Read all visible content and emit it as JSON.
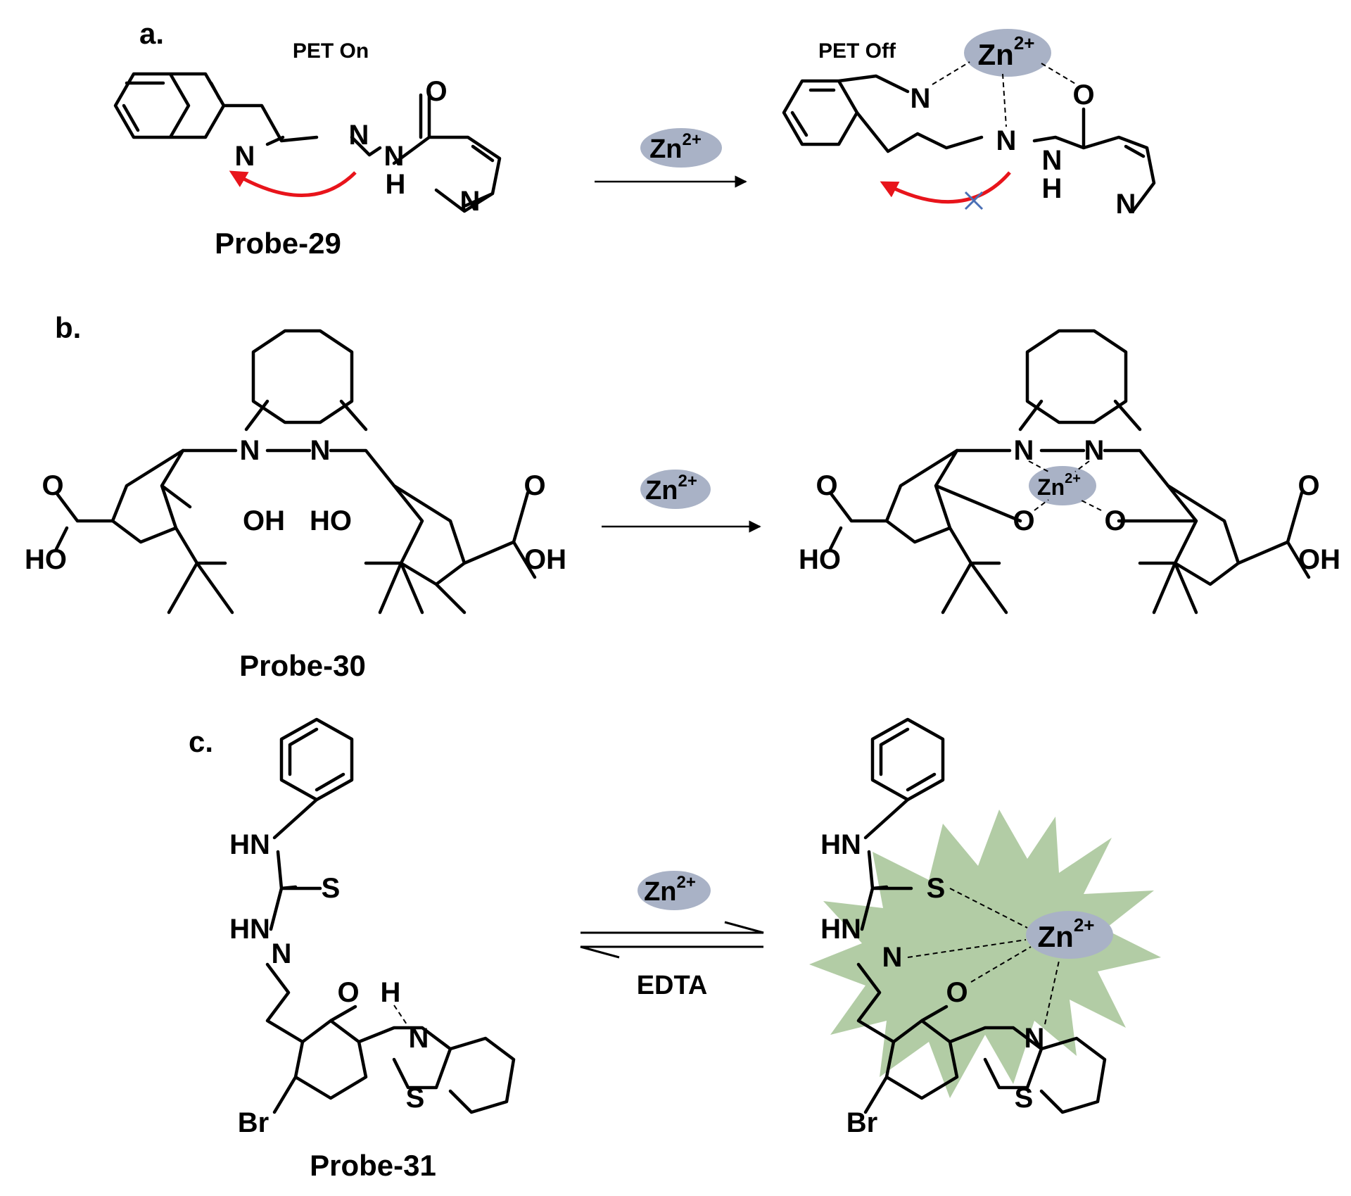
{
  "panels": {
    "a": {
      "label": "a.",
      "state_on": "PET On",
      "state_off": "PET Off",
      "probe": "Probe-29",
      "reagent": "Zn2+"
    },
    "b": {
      "label": "b.",
      "probe": "Probe-30",
      "reagent": "Zn2+"
    },
    "c": {
      "label": "c.",
      "probe": "Probe-31",
      "reagent_forward": "Zn2+",
      "reagent_reverse": "EDTA"
    }
  },
  "atoms": {
    "N": "N",
    "H": "H",
    "O": "O",
    "OH": "OH",
    "HO": "HO",
    "HN": "HN",
    "S": "S",
    "Br": "Br",
    "Zn": "Zn",
    "charge": "2+"
  },
  "colors": {
    "zn_ellipse": "#a9b2c6",
    "pet_arrow": "#e8141b",
    "blocked_cross": "#4a6fb5",
    "fluorescence_burst": "#9fbf8f"
  }
}
